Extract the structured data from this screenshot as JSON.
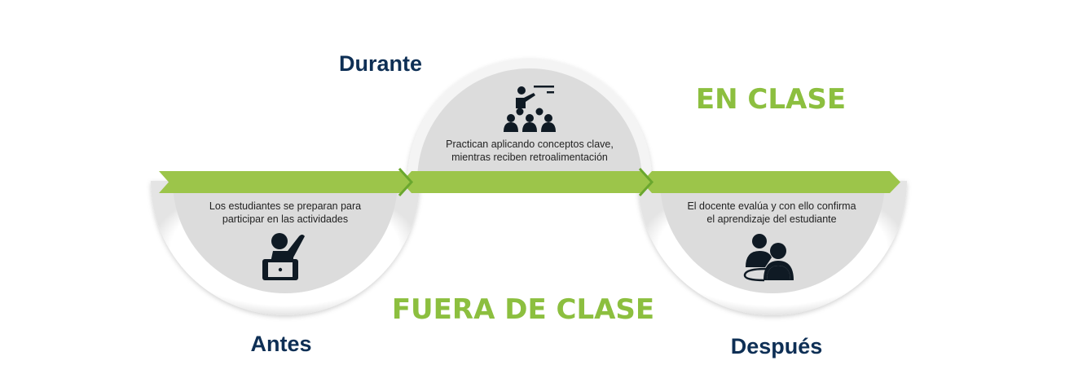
{
  "stages": {
    "antes": {
      "title": "Antes",
      "line1": "Los estudiantes se preparan para",
      "line2": "participar en las actividades",
      "icon": "student-raising-hand-icon"
    },
    "durante": {
      "title": "Durante",
      "line1": "Practican aplicando conceptos clave,",
      "line2": "mientras reciben retroalimentación",
      "icon": "teacher-with-group-icon"
    },
    "despues": {
      "title": "Después",
      "line1": "El docente evalúa y con ello confirma",
      "line2": "el aprendizaje del estudiante",
      "icon": "two-people-meeting-icon"
    }
  },
  "zones": {
    "in_class": "EN CLASE",
    "out_class": "FUERA DE CLASE"
  },
  "colors": {
    "green": "#8cbf3f",
    "navy": "#0e2f55",
    "gray": "#dcdcdc",
    "icon": "#0f1a24"
  }
}
